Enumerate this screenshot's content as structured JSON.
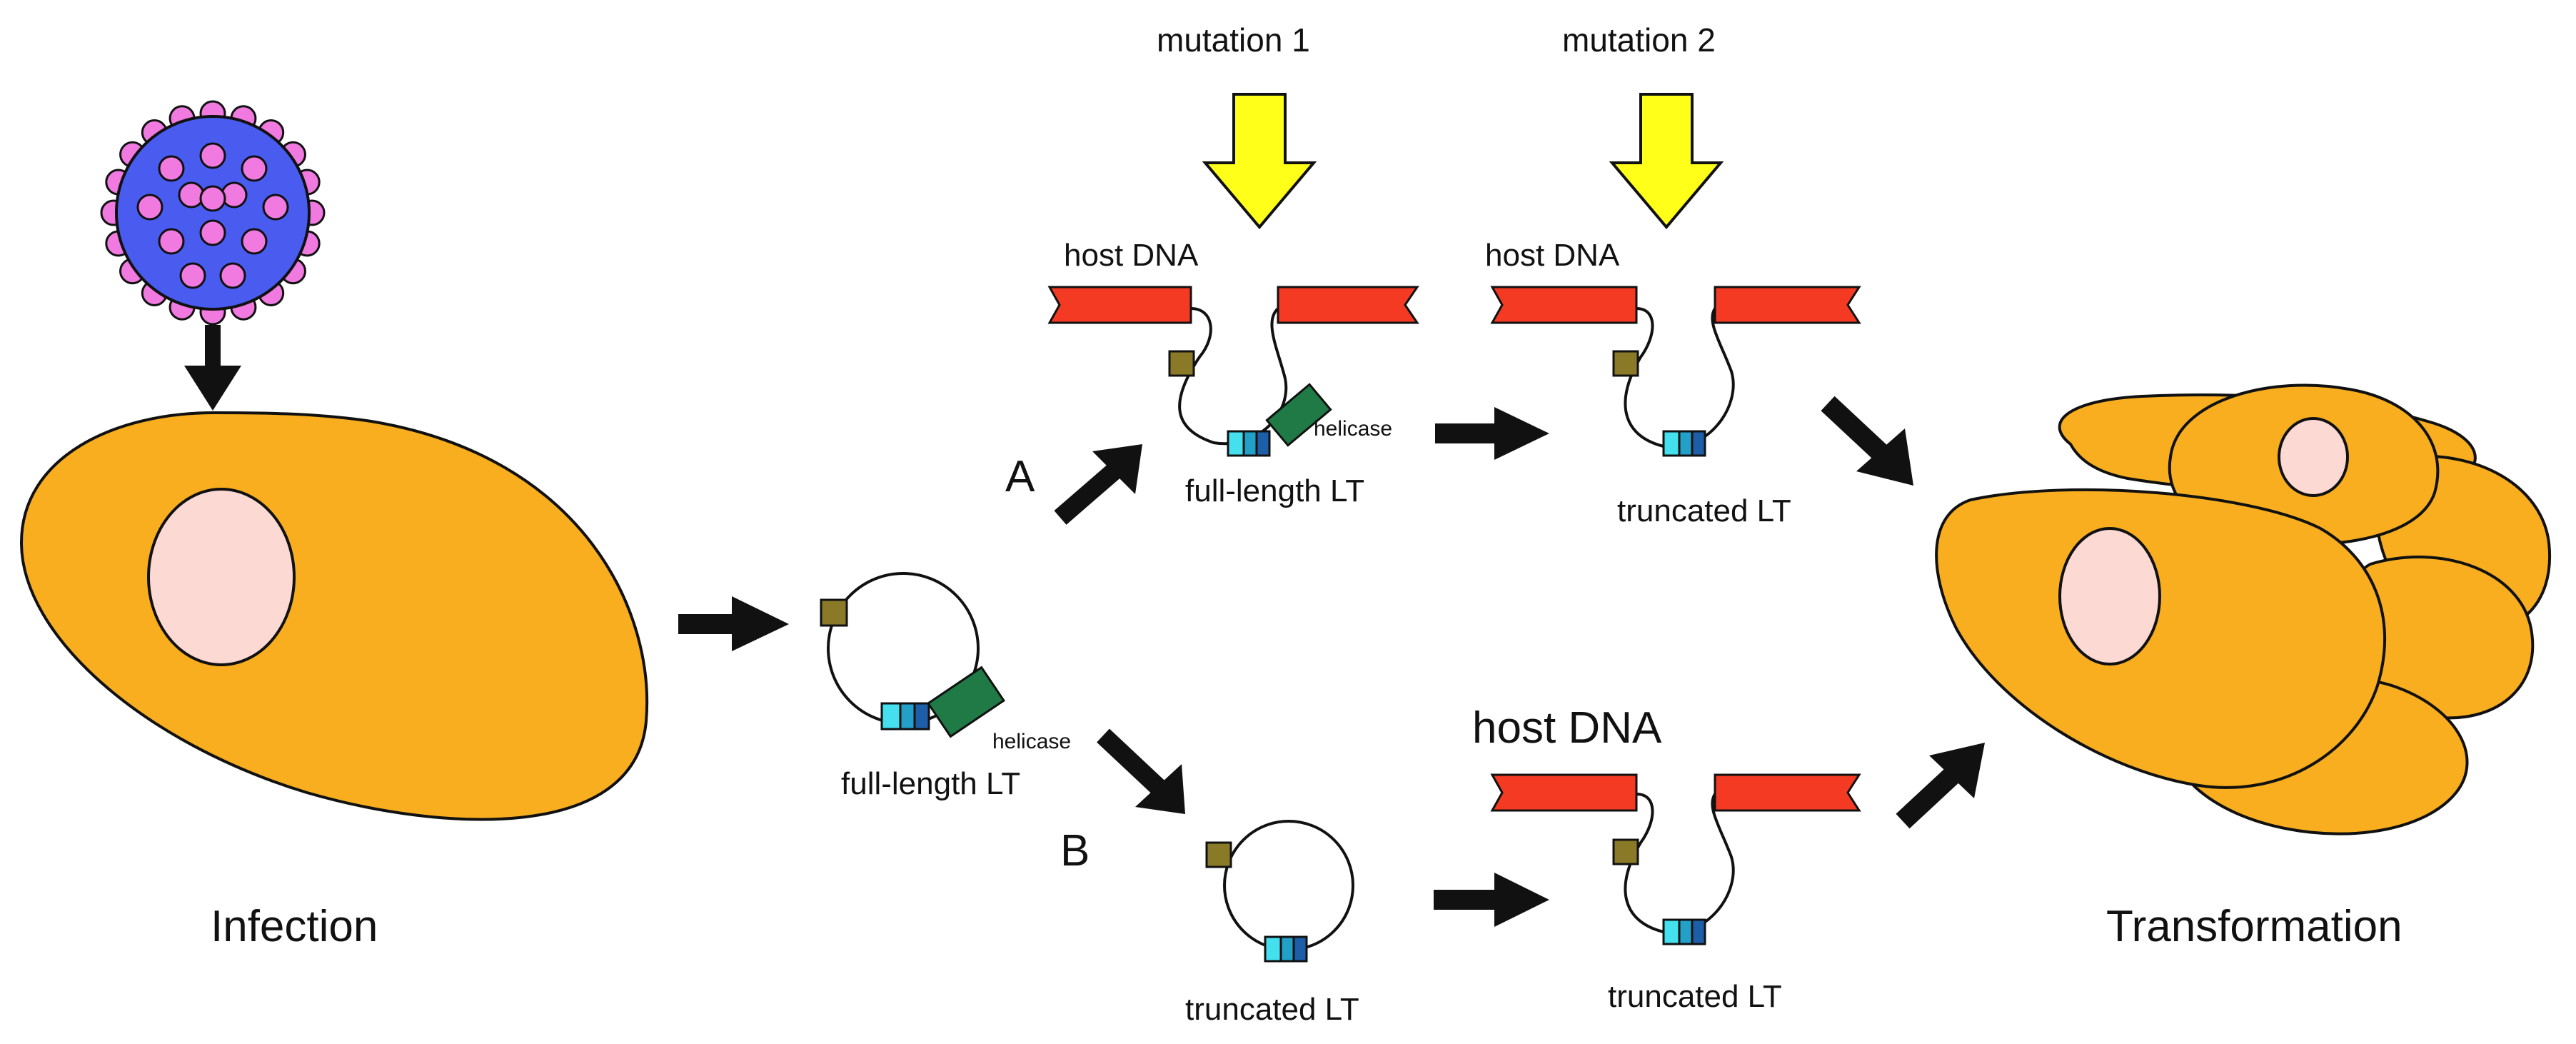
{
  "labels": {
    "infection": "Infection",
    "transformation": "Transformation",
    "mutation_1": "mutation 1",
    "mutation_2": "mutation 2",
    "path_a": "A",
    "path_b": "B",
    "host_dna": "host DNA",
    "helicase": "helicase",
    "full_length_lt": "full-length LT",
    "truncated_lt": "truncated LT"
  },
  "colors": {
    "virus_core": "#4a5cf0",
    "virus_spikes": "#f07ae0",
    "cell": "#f8ae1e",
    "nucleus": "#fcd9d2",
    "host_dna": "#f43a23",
    "helicase": "#1f7a45",
    "origin_box": "#8a7a28",
    "lt_domain": "#23b4d2",
    "lt_domain_dark": "#1c5fa8",
    "mutation_arrow": "#ffff1a",
    "arrow": "#111111"
  }
}
